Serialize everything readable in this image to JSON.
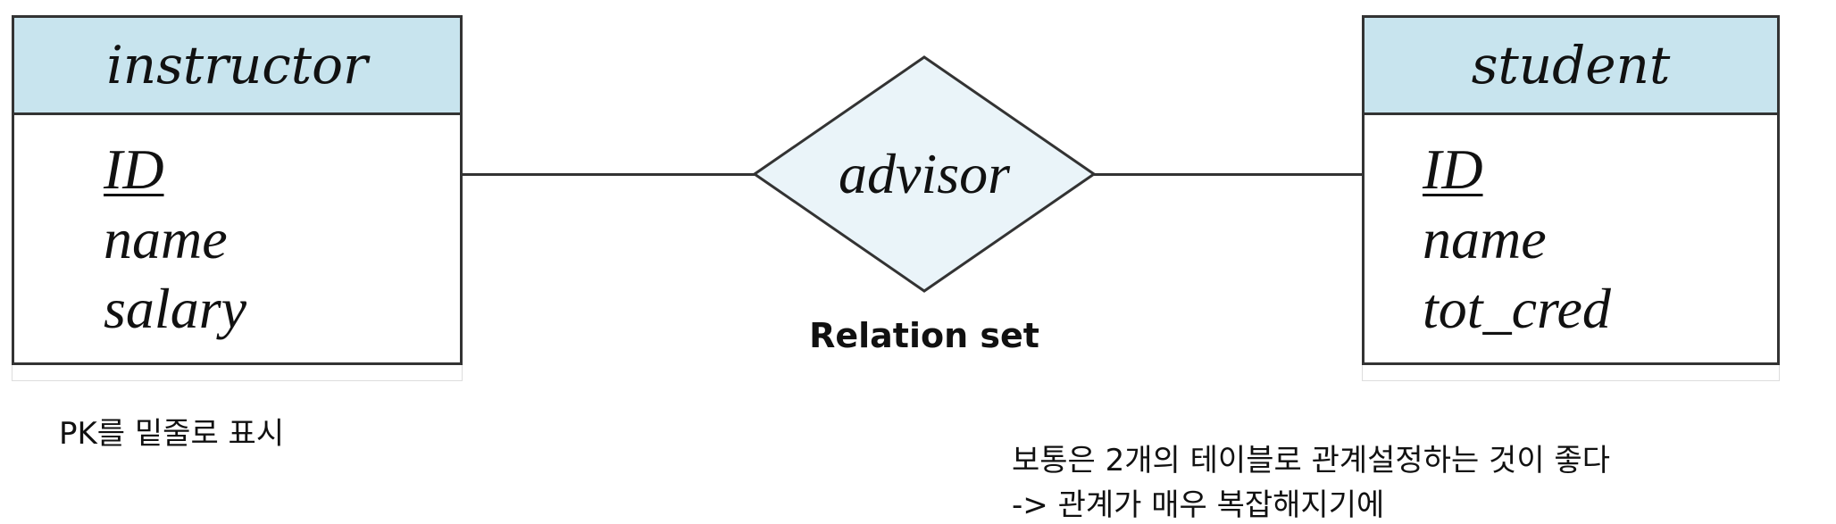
{
  "entities": {
    "instructor": {
      "title": "instructor",
      "attributes": [
        "ID",
        "name",
        "salary"
      ],
      "primary_key": "ID"
    },
    "student": {
      "title": "student",
      "attributes": [
        "ID",
        "name",
        "tot_cred"
      ],
      "primary_key": "ID"
    }
  },
  "relationship": {
    "name": "advisor",
    "caption": "Relation set"
  },
  "notes": {
    "pk_note": "PK를 밑줄로 표시",
    "line1": "보통은 2개의 테이블로 관계설정하는 것이 좋다",
    "line2": "-> 관계가 매우 복잡해지기에"
  },
  "colors": {
    "header": "#c8e4ee",
    "diamond": "#eaf4f9",
    "stroke": "#333333"
  }
}
